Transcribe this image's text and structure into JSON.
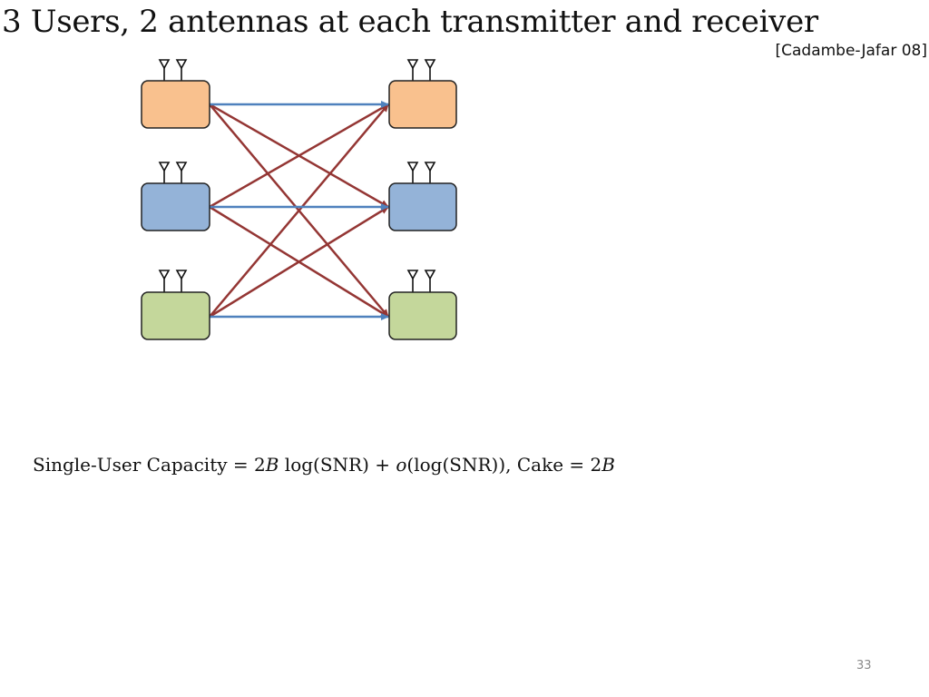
{
  "slide": {
    "title": "3 Users, 2 antennas at each transmitter and receiver",
    "citation": "[Cadambe-Jafar 08]",
    "page_number": "33"
  },
  "formula": {
    "part1": "Single-User Capacity = 2",
    "var_B1": "B",
    "part2": " log(SNR) + ",
    "var_o": "o",
    "part3": "(log(SNR)), Cake = 2",
    "var_B2": "B"
  },
  "diagram": {
    "users": [
      {
        "id": 1,
        "color": "#f9c18e"
      },
      {
        "id": 2,
        "color": "#94b3d8"
      },
      {
        "id": 3,
        "color": "#c4d79b"
      }
    ],
    "antennas_per_node": 2,
    "colors": {
      "direct_link": "#4f81bd",
      "interference_link": "#943634",
      "box_border": "#222222",
      "antenna": "#111111"
    }
  }
}
